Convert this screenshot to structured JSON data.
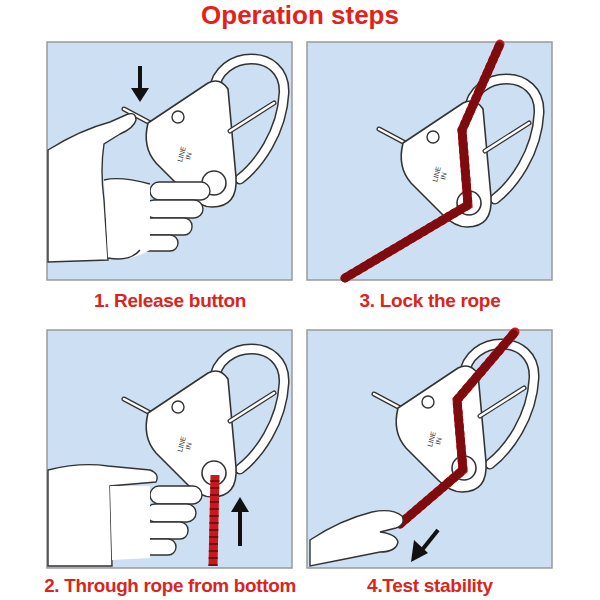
{
  "diagram": {
    "title": "Operation steps",
    "labels": [
      "LINE IN",
      "1. Release button",
      "LINE IN",
      "3. Lock the rope",
      "LINE IN",
      "2. Through rope from bottom",
      "LINE IN",
      "4.Test stability"
    ]
  }
}
